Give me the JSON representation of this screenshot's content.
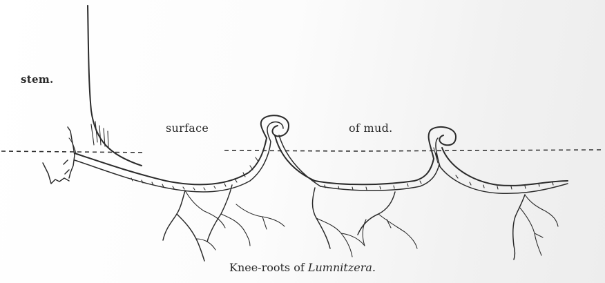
{
  "labels": {
    "stem": "stem.",
    "surface": "surface",
    "of_mud": "of mud."
  },
  "caption": {
    "prefix": "Knee-roots of",
    "genus": "Lumnitzera."
  }
}
